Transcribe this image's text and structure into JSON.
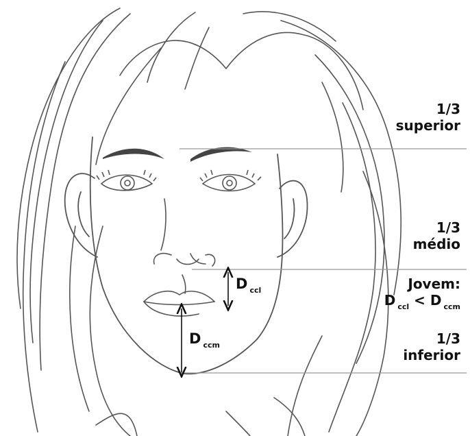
{
  "thirds": {
    "upper": {
      "fraction": "1/3",
      "name": "superior"
    },
    "middle": {
      "fraction": "1/3",
      "name": "médio"
    },
    "lower": {
      "fraction": "1/3",
      "name": "inferior"
    }
  },
  "young_note": {
    "title": "Jovem:",
    "lhs_main": "D",
    "lhs_sub": "ccl",
    "comparator": "<",
    "rhs_main": "D",
    "rhs_sub": "ccm"
  },
  "measures": {
    "upper_lip": {
      "main": "D",
      "sub": "ccl"
    },
    "lower_face": {
      "main": "D",
      "sub": "ccm"
    }
  },
  "colors": {
    "line": "#555555",
    "guide": "#999999",
    "text": "#111111",
    "brow": "#444444"
  }
}
